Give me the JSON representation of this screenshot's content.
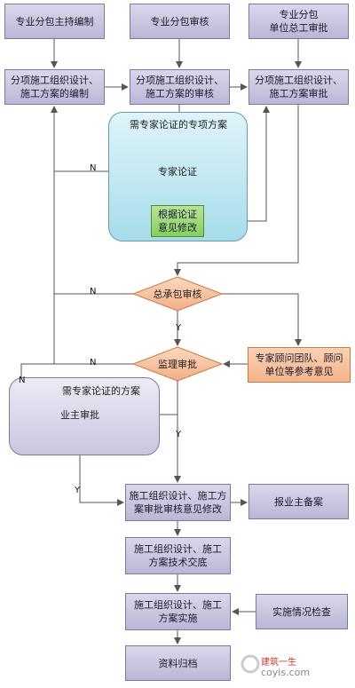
{
  "regions": {
    "expert_scheme": "需专家论证的专项方案",
    "expert_scheme_2": "需专家论证的方案"
  },
  "nodes": {
    "sub_prepare_lead": "专业分包主持编制",
    "sub_review": "专业分包审核",
    "sub_approve": "专业分包\n单位总工审批",
    "prep": "分项施工组织设计、\n施工方案的编制",
    "review": "分项施工组织设计、\n施工方案的审核",
    "approve": "分项施工组织设计、\n施工方案审批",
    "expert_review": "专家论证",
    "revise": "根据论证\n意见修改",
    "gc_review": "总承包审核",
    "advisors": "专家顾问团队、顾问\n单位等参考意见",
    "supervision": "监理审批",
    "owner": "业主审批",
    "revise2": "施工组织设计、施工方\n案审批审核意见修改",
    "owner_record": "报业主备案",
    "disclosure": "施工组织设计、施工\n方案技术交底",
    "implement": "施工组织设计、施工\n方案实施",
    "inspection": "实施情况检查",
    "archive": "资料归档"
  },
  "edge_labels": {
    "n1": "N",
    "n2": "N",
    "n3": "N",
    "n4": "N",
    "y1": "Y",
    "y2": "Y",
    "y3": "Y"
  },
  "watermark": {
    "brand": "建筑一生",
    "site": "coyis.com"
  },
  "colors": {
    "box": "#c8c6e0",
    "green": "#9bd97a",
    "orange": "#f6c29e",
    "cyan_region": "#bfe6f0",
    "purple_region": "#d8d6e8",
    "line": "#555555"
  }
}
